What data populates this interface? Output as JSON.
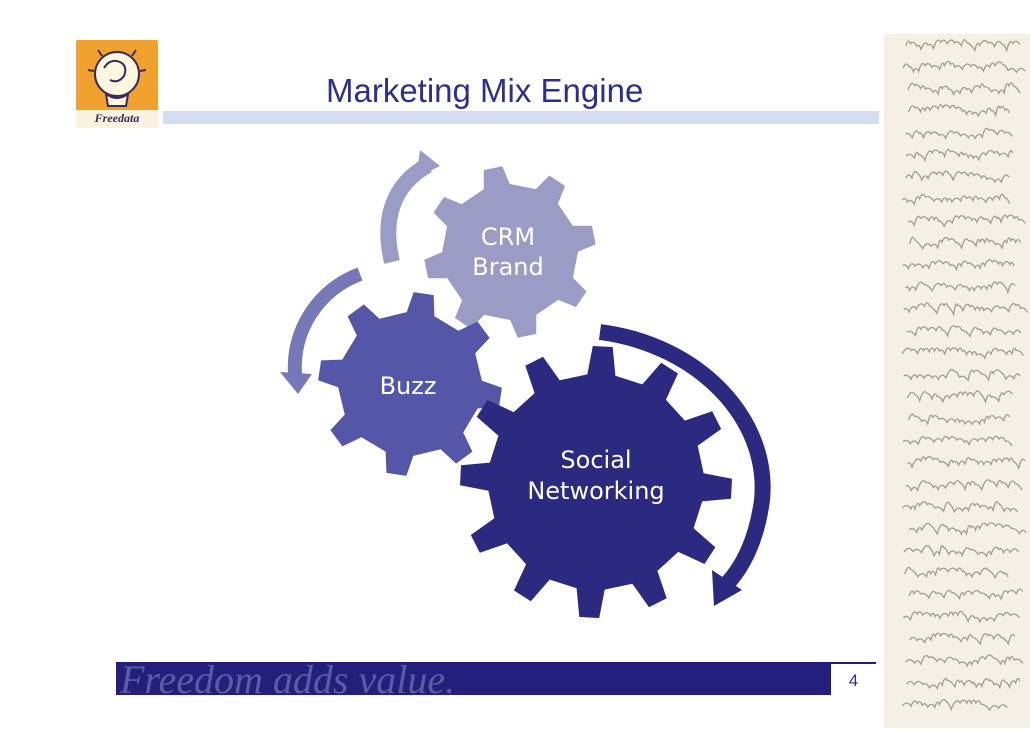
{
  "slide": {
    "title": "Marketing Mix Engine",
    "footer_tagline": "Freedom adds value.",
    "page_number": "4"
  },
  "logo": {
    "text": "Freedata"
  },
  "diagram": {
    "gears": [
      {
        "id": "crm",
        "lines": [
          "CRM",
          "Brand"
        ],
        "color": "#9a9cc6"
      },
      {
        "id": "buzz",
        "lines": [
          "Buzz"
        ],
        "color": "#5457a8"
      },
      {
        "id": "social",
        "lines": [
          "Social",
          "Networking"
        ],
        "color": "#2b2a80"
      }
    ]
  },
  "colors": {
    "title": "#2e2f8a",
    "footer_bar": "#231f7a",
    "arrow_light": "#9a9cc6",
    "arrow_mid": "#7678b8",
    "arrow_dark": "#2b2a80"
  }
}
